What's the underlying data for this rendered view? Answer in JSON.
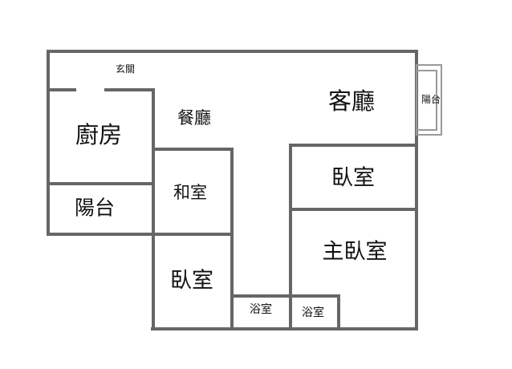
{
  "floor_plan": {
    "rooms": {
      "entrance": "玄關",
      "living_room": "客廳",
      "balcony_east": "陽台",
      "kitchen": "廚房",
      "dining_room": "餐廳",
      "japanese_room": "和室",
      "balcony_west": "陽台",
      "bedroom_east": "臥室",
      "master_bedroom": "主臥室",
      "bedroom_south": "臥室",
      "bathroom_1": "浴室",
      "bathroom_2": "浴室"
    },
    "colors": {
      "wall": "#666666",
      "balcony_rail": "#999999"
    }
  }
}
